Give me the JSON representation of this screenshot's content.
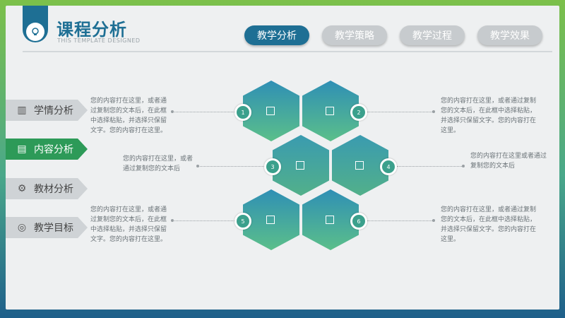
{
  "header": {
    "title": "课程分析",
    "subtitle": "THIS TEMPLATE DESIGNED",
    "logo_icon": "lightbulb-icon"
  },
  "tabs": [
    {
      "label": "教学分析",
      "active": true
    },
    {
      "label": "教学策略",
      "active": false
    },
    {
      "label": "教学过程",
      "active": false
    },
    {
      "label": "教学效果",
      "active": false
    }
  ],
  "sidebar": {
    "items": [
      {
        "label": "学情分析",
        "icon": "bar-chart-icon",
        "active": false
      },
      {
        "label": "内容分析",
        "icon": "document-icon",
        "active": true
      },
      {
        "label": "教材分析",
        "icon": "gear-icon",
        "active": false
      },
      {
        "label": "教学目标",
        "icon": "target-icon",
        "active": false
      }
    ]
  },
  "hexes": [
    {
      "number": "1"
    },
    {
      "number": "2"
    },
    {
      "number": "3"
    },
    {
      "number": "4"
    },
    {
      "number": "5"
    },
    {
      "number": "6"
    }
  ],
  "texts": {
    "t1": "您的内容打在这里，或者通过复制您的文本后，在此框中选择粘贴，并选择只保留文字。您的内容打在这里。",
    "t2": "您的内容打在这里，或者通过复制您的文本后，在此框中选择粘贴，并选择只保留文字。您的内容打在这里。",
    "t3": "您的内容打在这里，或者通过复制您的文本后",
    "t4": "您的内容打在这里或者通过复制您的文本后",
    "t5": "您的内容打在这里，或者通过复制您的文本后，在此框中选择粘贴，并选择只保留文字。您的内容打在这里。",
    "t6": "您的内容打在这里，或者通过复制您的文本后，在此框中选择粘贴，并选择只保留文字。您的内容打在这里。"
  },
  "colors": {
    "accent": "#1e6f94",
    "active_side": "#2d9a58",
    "hex_top": "#2f8fb5",
    "hex_bottom": "#5bbf8a"
  }
}
